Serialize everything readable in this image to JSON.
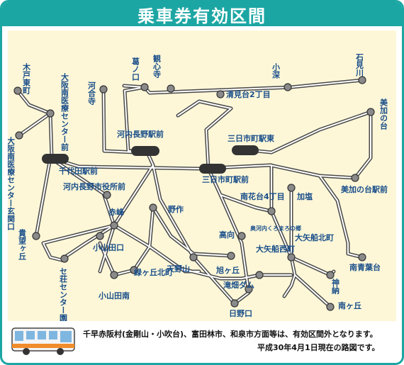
{
  "title": "乗車券有効区間",
  "notes": {
    "line1": "千早赤阪村(金剛山・小吹台)、富田林市、和泉市方面等は、有効区間外となります。",
    "line2": "平成30年4月1日現在の路図です。"
  },
  "stations": {
    "kido_higashi": "木戸東町",
    "osaka_minami_center_mae": "大阪南医療センター前",
    "osaka_minami_genkan": "大阪南医療センター玄関口",
    "kawachi_dera": "河合寺",
    "kawachi_nagano_ekimae": "河内長野駅前",
    "sennda_ekimae": "千代田駅前",
    "shiyakusho_mae": "河内長野市役所前",
    "kibou_gaoka": "貴望ヶ丘",
    "akamine": "赤峰",
    "koyamada_guchi": "小山田口",
    "koyamada_minami": "小山田南",
    "center_en": "セ荘センター園",
    "midori_kita": "緑ヶ丘北町",
    "amano_yama": "天野山",
    "nosaku": "野作",
    "kakunoguchi": "葛ノ口",
    "kanshinji": "観心寺",
    "kobuka": "小深",
    "ishimi_gawa": "石見川",
    "kiyomidai": "清見台2丁目",
    "mikkaichi_higashi": "三日市町駅東",
    "mikkaichi_ekimae": "三日市町駅前",
    "mikano_dai": "美加の台",
    "mikano_dai_ekimae": "美加の台駅前",
    "minamihanadai": "南花台4丁目",
    "kakou": "高向",
    "okukawachi": "奥河内くろまろの郷",
    "asahi_gaoka": "旭ヶ丘",
    "takihata_dam": "滝畑ダム",
    "hinoguchi": "日野口",
    "kaen": "加塩",
    "oyabune_kita": "大矢船北町",
    "oyabune_nishi": "大矢船西町",
    "kounou": "神納",
    "minami_aoba": "南青葉台",
    "nan_gaoka": "南ヶ丘"
  }
}
